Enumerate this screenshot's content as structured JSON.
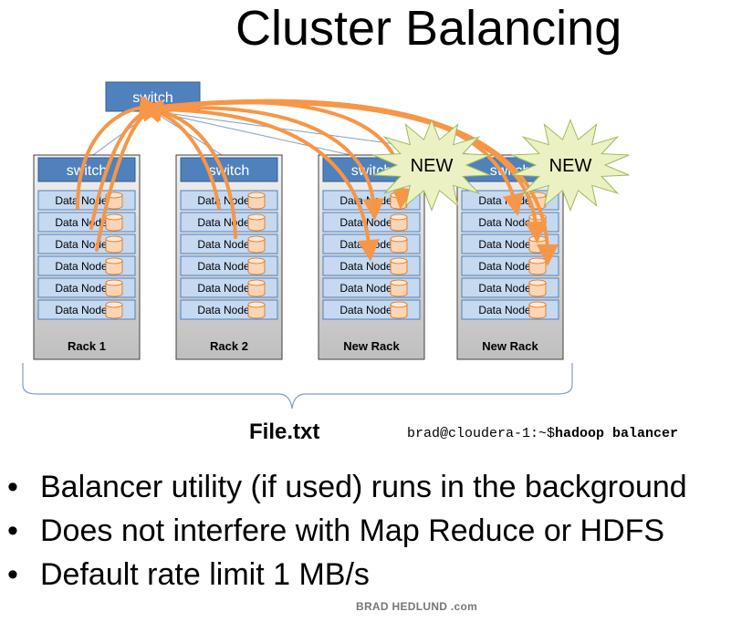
{
  "title": "Cluster Balancing",
  "top_switch": {
    "label": "switch"
  },
  "racks": [
    {
      "label": "Rack 1",
      "switch": "switch",
      "is_new": false,
      "nodes": [
        "Data Node",
        "Data Node",
        "Data Node",
        "Data Node",
        "Data Node",
        "Data Node"
      ]
    },
    {
      "label": "Rack 2",
      "switch": "switch",
      "is_new": false,
      "nodes": [
        "Data Node",
        "Data Node",
        "Data Node",
        "Data Node",
        "Data Node",
        "Data Node"
      ]
    },
    {
      "label": "New Rack",
      "switch": "switch",
      "is_new": true,
      "badge": "NEW",
      "nodes": [
        "Data Node",
        "Data Node",
        "Data Node",
        "Data Node",
        "Data Node",
        "Data Node"
      ]
    },
    {
      "label": "New Rack",
      "switch": "switch",
      "is_new": true,
      "badge": "NEW",
      "nodes": [
        "Data Node",
        "Data Node",
        "Data Node",
        "Data Node",
        "Data Node",
        "Data Node"
      ]
    }
  ],
  "file_label": "File.txt",
  "command": {
    "prompt": "brad@cloudera-1:~$",
    "command": "hadoop balancer"
  },
  "bullets": [
    "Balancer utility (if used) runs in the background",
    "Does not interfere with Map Reduce or HDFS",
    "Default rate limit 1 MB/s"
  ],
  "footer": "BRAD HEDLUND .com",
  "colors": {
    "switch_fill": "#4f81bd",
    "node_fill": "#c5d9f1",
    "rack_fill": "#e8e8e8",
    "disk_fill": "#fbd5b5",
    "arrow": "#f79646",
    "badge_fill": "#ebf1c2"
  }
}
